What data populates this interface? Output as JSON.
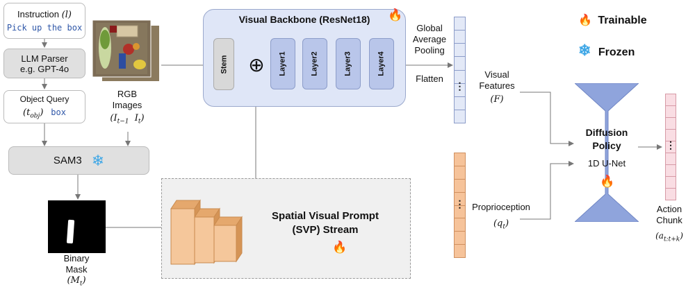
{
  "instruction": {
    "label": "Instruction",
    "var": "(l)",
    "text": "Pick up the box"
  },
  "llm_parser": {
    "line1": "LLM Parser",
    "line2": "e.g. GPT-4o"
  },
  "object_query": {
    "label": "Object Query",
    "var": "(t",
    "sub": "obj",
    "close": ")",
    "value": "box"
  },
  "rgb": {
    "line1": "RGB",
    "line2": "Images",
    "var1": "(I",
    "sub1": "t−1",
    "var2": "I",
    "sub2": "t",
    "close": ")"
  },
  "sam3": {
    "label": "SAM3"
  },
  "binary_mask": {
    "line1": "Binary",
    "line2": "Mask",
    "var": "(M",
    "sub": "t",
    "close": ")"
  },
  "backbone": {
    "title": "Visual Backbone (ResNet18)",
    "stem": "Stem",
    "plus": "⊕",
    "layers": [
      "Layer1",
      "Layer2",
      "Layer3",
      "Layer4"
    ]
  },
  "pooling": {
    "line1": "Global",
    "line2": "Average",
    "line3": "Pooling",
    "flatten": "Flatten"
  },
  "visual_features": {
    "line1": "Visual",
    "line2": "Features",
    "var": "(F)"
  },
  "proprioception": {
    "label": "Proprioception",
    "var": "(q",
    "sub": "t",
    "close": ")"
  },
  "svp": {
    "line1": "Spatial Visual Prompt",
    "line2": "(SVP)  Stream"
  },
  "diffusion": {
    "line1": "Diffusion",
    "line2": "Policy",
    "line3": "1D U-Net"
  },
  "action": {
    "line1": "Action",
    "line2": "Chunk",
    "var": "(a",
    "sub": "t:t+k",
    "close": ")"
  },
  "legend": {
    "trainable": "Trainable",
    "frozen": "Frozen"
  },
  "ellipsis": "⋮",
  "colors": {
    "backbone_bg": "#dfe6f7",
    "layer": "#b9c6ea",
    "gray_box": "#e0e0e0",
    "diffusion": "#8fa4dc",
    "orange_vec": "#f6c39a",
    "pink_vec": "#f9dde3",
    "blue_vec": "#e3e9f7"
  }
}
